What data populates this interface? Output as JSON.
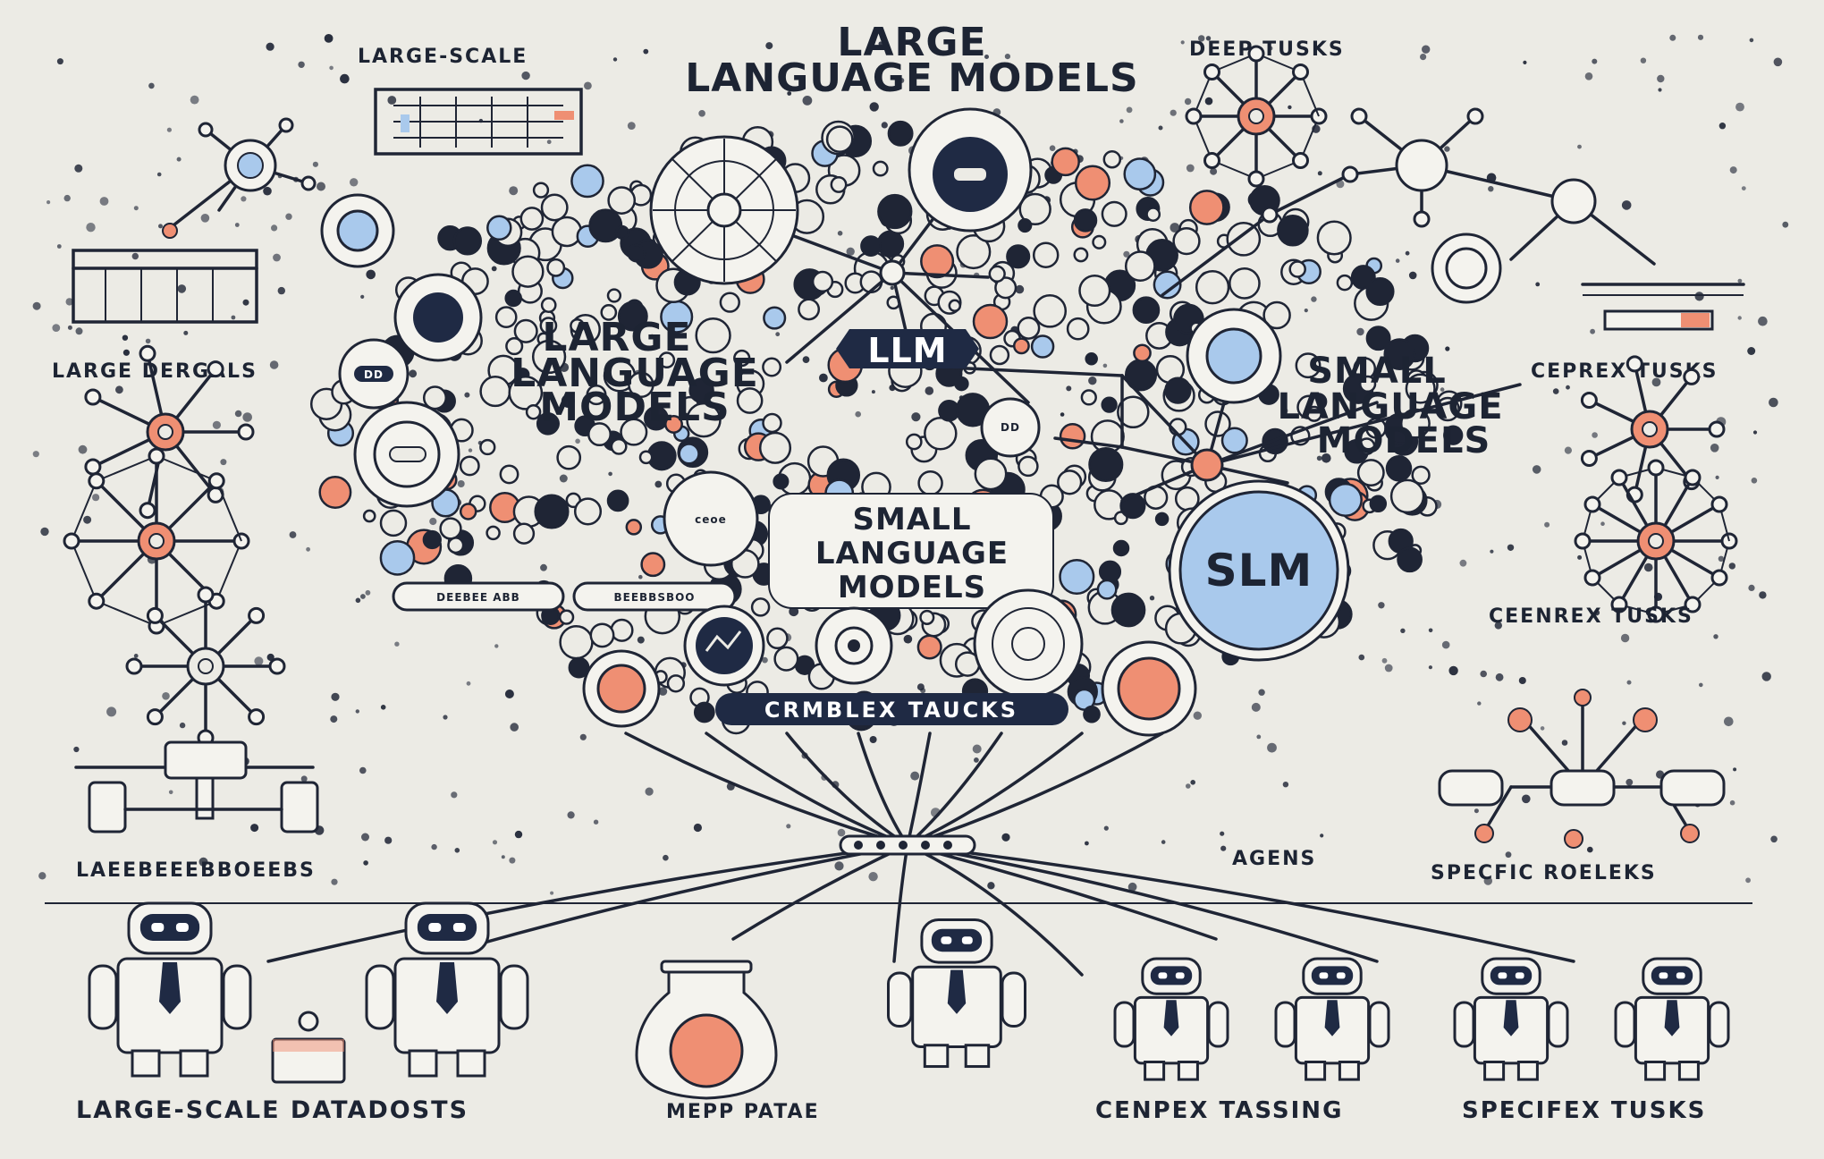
{
  "title": {
    "line1": "LARGE",
    "line2": "LANGUAGE MODELS"
  },
  "corner_labels": {
    "top_left": "LARGE-SCALE",
    "top_right": "DEEP TUSKS",
    "left_mid": "LARGE DERGALS",
    "right_mid": "CEPREX TUSKS",
    "right_lower": "CEENREX TUSKS",
    "left_bottom": "LAEEBEEEBBOEEBS",
    "agents": "AGENS",
    "specific": "SPECFIC ROELEKS"
  },
  "center": {
    "llm_big": {
      "line1": "LARGE",
      "line2": "LANGUAGE",
      "line3": "MODELS"
    },
    "llm_badge": "LLM",
    "slm_big": {
      "line1": "SMALL",
      "line2": "LANGUAGE",
      "line3": "MODELS"
    },
    "slm_box": {
      "line1": "SMALL",
      "line2": "LANGUAGE",
      "line3": "MODELS"
    },
    "slm_badge": "SLM",
    "complex_banner": "CRMBLEX TAUCKS",
    "pill_left": "DEEBEE ABB",
    "pill_right": "BEEBBSBOO",
    "node_left": "DD",
    "node_right": "DD",
    "small_node": "ceoe"
  },
  "bottom_labels": {
    "datasets": "LARGE-SCALE DATADOSTS",
    "mepp": "MEPP PATAE",
    "cenpex": "CENPEX TASSING",
    "specifex": "SPECIFEX TUSKS"
  },
  "colors": {
    "background": "#ecebe5",
    "ink": "#1f2535",
    "blue": "#a9c9ec",
    "orange": "#ef8f73",
    "navy": "#1f2a44"
  },
  "icons": [
    "robot-icon",
    "network-icon",
    "table-icon",
    "chart-icon",
    "flask-icon",
    "gear-icon"
  ]
}
